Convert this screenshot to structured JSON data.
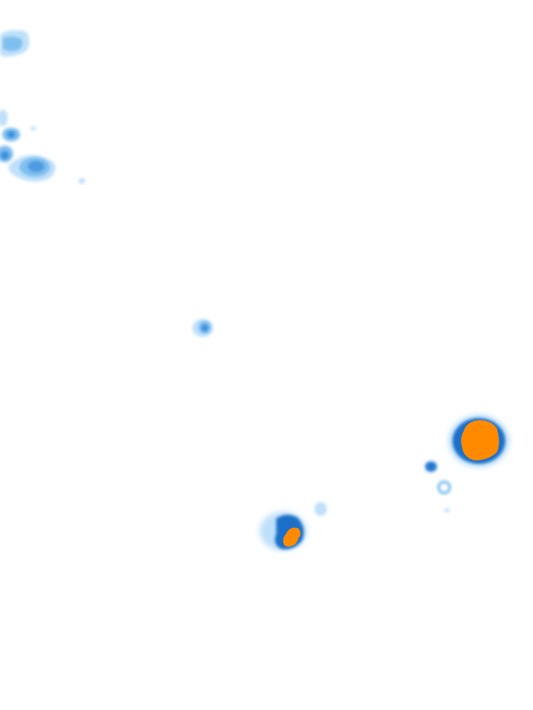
{
  "palette": {
    "light": "#bfe0fa",
    "medium": "#7fbff0",
    "moderate": "#3d8fdc",
    "heavy": "#1f6fc8",
    "intense": "#ff8a00"
  },
  "cells": [
    {
      "id": "cell-nw-1",
      "levels": [
        "light",
        "medium"
      ]
    },
    {
      "id": "cell-nw-2",
      "levels": [
        "light",
        "medium",
        "moderate"
      ]
    },
    {
      "id": "cell-nw-3",
      "levels": [
        "light",
        "medium",
        "moderate"
      ]
    },
    {
      "id": "cell-nw-4",
      "levels": [
        "light",
        "medium",
        "moderate"
      ]
    },
    {
      "id": "cell-nw-5",
      "levels": [
        "light",
        "medium",
        "moderate"
      ]
    },
    {
      "id": "cell-center",
      "levels": [
        "light",
        "medium",
        "moderate"
      ]
    },
    {
      "id": "cell-east-large",
      "levels": [
        "light",
        "moderate",
        "heavy",
        "intense"
      ]
    },
    {
      "id": "cell-east-small",
      "levels": [
        "moderate",
        "heavy"
      ]
    },
    {
      "id": "cell-east-ring",
      "levels": [
        "light",
        "medium"
      ]
    },
    {
      "id": "cell-south",
      "levels": [
        "light",
        "moderate",
        "heavy",
        "intense"
      ]
    }
  ]
}
